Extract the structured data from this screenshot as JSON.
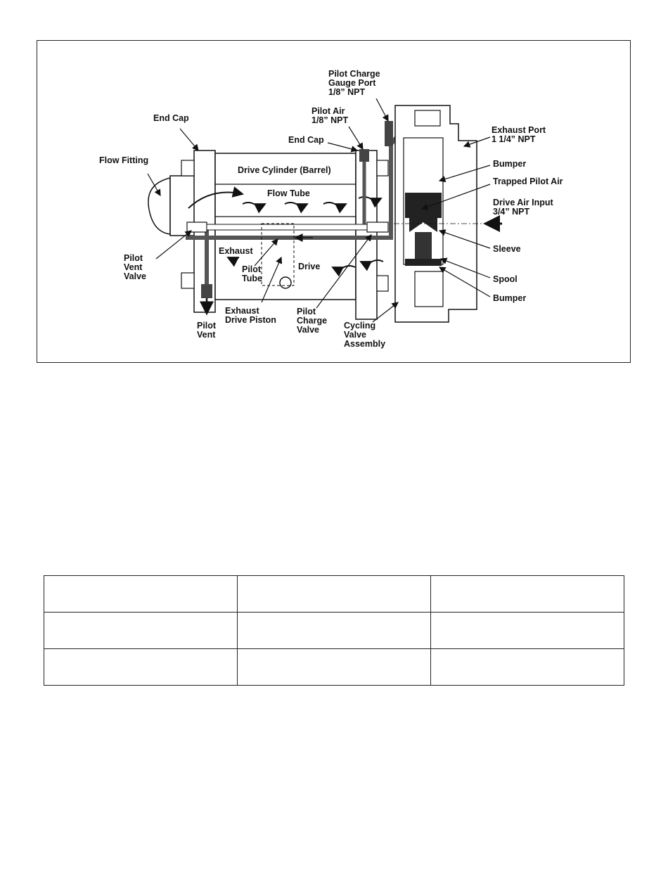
{
  "diagram": {
    "labels": {
      "pilot_charge_gauge_port": [
        "Pilot Charge",
        "Gauge Port",
        "1/8” NPT"
      ],
      "pilot_air": [
        "Pilot Air",
        "1/8” NPT"
      ],
      "end_cap_left": [
        "End Cap"
      ],
      "end_cap_right": [
        "End Cap"
      ],
      "flow_fitting": [
        "Flow Fitting"
      ],
      "drive_cylinder": [
        "Drive Cylinder (Barrel)"
      ],
      "flow_tube": [
        "Flow Tube"
      ],
      "exhaust_port": [
        "Exhaust Port",
        "1 1/4” NPT"
      ],
      "bumper_top": [
        "Bumper"
      ],
      "trapped_pilot_air": [
        "Trapped Pilot Air"
      ],
      "drive_air_input": [
        "Drive Air Input",
        "3/4” NPT"
      ],
      "sleeve": [
        "Sleeve"
      ],
      "spool": [
        "Spool"
      ],
      "bumper_bottom": [
        "Bumper"
      ],
      "pilot_vent_valve": [
        "Pilot",
        "Vent",
        "Valve"
      ],
      "exhaust_flow": [
        "Exhaust"
      ],
      "pilot_tube": [
        "Pilot",
        "Tube"
      ],
      "drive_flow": [
        "Drive"
      ],
      "exhaust_drive_piston": [
        "Exhaust",
        "Drive Piston"
      ],
      "pilot_charge_valve": [
        "Pilot",
        "Charge",
        "Valve"
      ],
      "cycling_valve_assembly": [
        "Cycling",
        "Valve",
        "Assembly"
      ],
      "pilot_vent": [
        "Pilot",
        "Vent"
      ]
    }
  },
  "table": {
    "rows": [
      [
        "",
        "",
        ""
      ],
      [
        "",
        "",
        ""
      ],
      [
        "",
        "",
        ""
      ]
    ]
  }
}
